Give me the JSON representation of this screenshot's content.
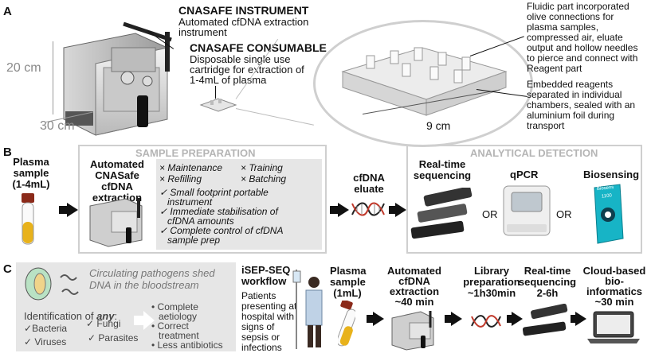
{
  "panels": {
    "a": "A",
    "b": "B",
    "c": "C"
  },
  "a": {
    "instrument_title": "CNASAFE INSTRUMENT",
    "instrument_desc_1": "Automated cfDNA extraction",
    "instrument_desc_2": "instrument",
    "consumable_title": "CNASAFE CONSUMABLE",
    "consumable_desc": [
      "Disposable single use",
      "cartridge for extraction of",
      "1-4mL of plasma"
    ],
    "dim_height": "20 cm",
    "dim_width": "30 cm",
    "dim_cartridge": "9 cm",
    "fluidic_desc": [
      "Fluidic part incorporated",
      "olive connections for",
      "plasma samples,",
      "compressed air, eluate",
      "output and hollow needles",
      "to pierce and connect with",
      "Reagent part"
    ],
    "reagent_desc": [
      "Embedded reagents",
      "separated in individual",
      "chambers, sealed with an",
      "aluminium foil during",
      "transport"
    ]
  },
  "b": {
    "plasma_label": [
      "Plasma",
      "sample",
      "(1-4mL)"
    ],
    "extraction_label": [
      "Automated",
      "CNASafe cfDNA",
      "extraction"
    ],
    "sample_prep_title": "SAMPLE PREPARATION",
    "cons": [
      "Maintenance",
      "Training",
      "Refilling",
      "Batching"
    ],
    "pros": [
      "Small footprint portable",
      "instrument",
      "Immediate stabilisation of",
      "cfDNA amounts",
      "Complete control of cfDNA",
      "sample prep"
    ],
    "eluate_label": [
      "cfDNA",
      "eluate"
    ],
    "detection_title": "ANALYTICAL DETECTION",
    "seq_label": [
      "Real-time",
      "sequencing"
    ],
    "qpcr_label": "qPCR",
    "bio_label": "Biosensing",
    "or": "OR",
    "device_brand": "Biosens",
    "device_model": "1100"
  },
  "c": {
    "pathogen_text": [
      "Circulating pathogens shed",
      "DNA in the bloodstream"
    ],
    "identification_prefix": "Identification of ",
    "identification_any": "any",
    "identification_suffix": ":",
    "bacteria": "Bacteria",
    "fungi": "Fungi",
    "viruses": "Viruses",
    "parasites": "Parasites",
    "benefits": [
      "Complete",
      "aetiology",
      "Correct",
      "treatment",
      "Less antibiotics"
    ],
    "workflow_title": [
      "iSEP-SEQ",
      "workflow"
    ],
    "patients": [
      "Patients",
      "presenting at",
      "hospital with",
      "signs of",
      "sepsis or",
      "infections"
    ],
    "plasma": [
      "Plasma",
      "sample",
      "(1mL)"
    ],
    "extraction": [
      "Automated",
      "cfDNA",
      "extraction",
      "~40 min"
    ],
    "library": [
      "Library",
      "preparation",
      "~1h30min"
    ],
    "sequencing": [
      "Real-time",
      "sequencing",
      "2-6h"
    ],
    "cloud": [
      "Cloud-based",
      "bio-",
      "informatics",
      "~30 min"
    ]
  }
}
